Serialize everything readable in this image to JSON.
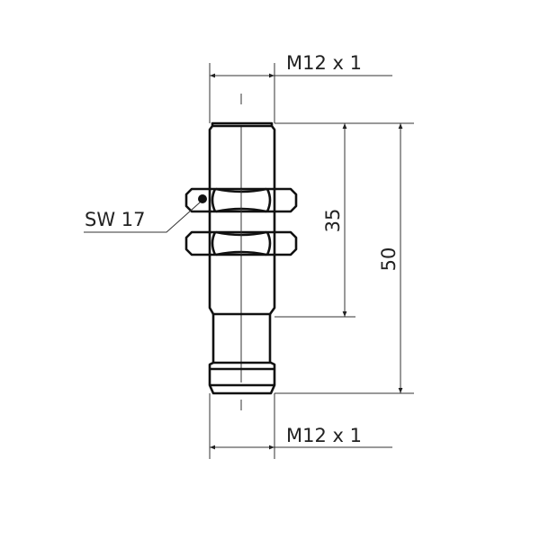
{
  "drawing": {
    "thread_top": "M12 x 1",
    "thread_bottom": "M12 x 1",
    "wrench_size": "SW 17",
    "dim_thread_length": "35",
    "dim_total_length": "50",
    "line_color": "#111111"
  }
}
